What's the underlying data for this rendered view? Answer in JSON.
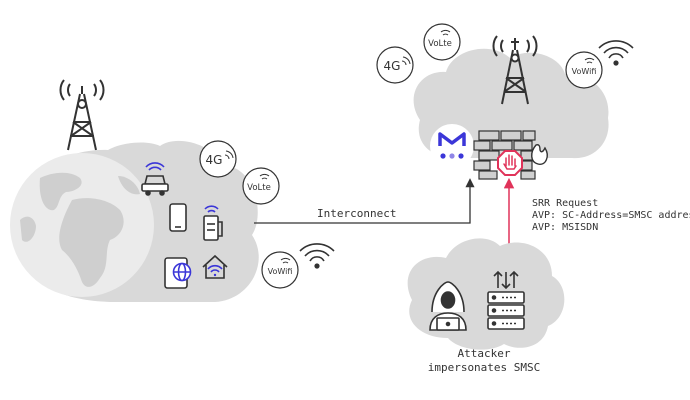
{
  "colors": {
    "cloud": "#d9d9d9",
    "globe": "#ebebeb",
    "stroke": "#333333",
    "accent_red": "#e0335a",
    "brand_blue": "#3b36d8",
    "brand_purple": "#8f86e6",
    "firewall_gray": "#d0d0d0"
  },
  "network_bubbles": {
    "home_4g": "4G",
    "home_volte": "VoLte",
    "home_vowifi": "VoWifi",
    "core_4g": "4G",
    "core_volte": "VoLte",
    "core_vowifi": "VoWifi"
  },
  "interconnect": {
    "label": "Interconnect"
  },
  "attack_message": {
    "line1": "SRR Request",
    "line2": "AVP: SC-Address=SMSC address",
    "line3": "AVP: MSISDN"
  },
  "attacker": {
    "line1": "Attacker",
    "line2": "impersonates SMSC"
  },
  "icons": [
    "cell-tower-icon",
    "globe-icon",
    "car-icon",
    "smartphone-icon",
    "parking-meter-icon",
    "tablet-globe-icon",
    "smart-home-icon",
    "wifi-icon",
    "firewall-icon",
    "stop-hand-icon",
    "flame-icon",
    "brand-logo-icon",
    "hacker-icon",
    "server-icon"
  ]
}
